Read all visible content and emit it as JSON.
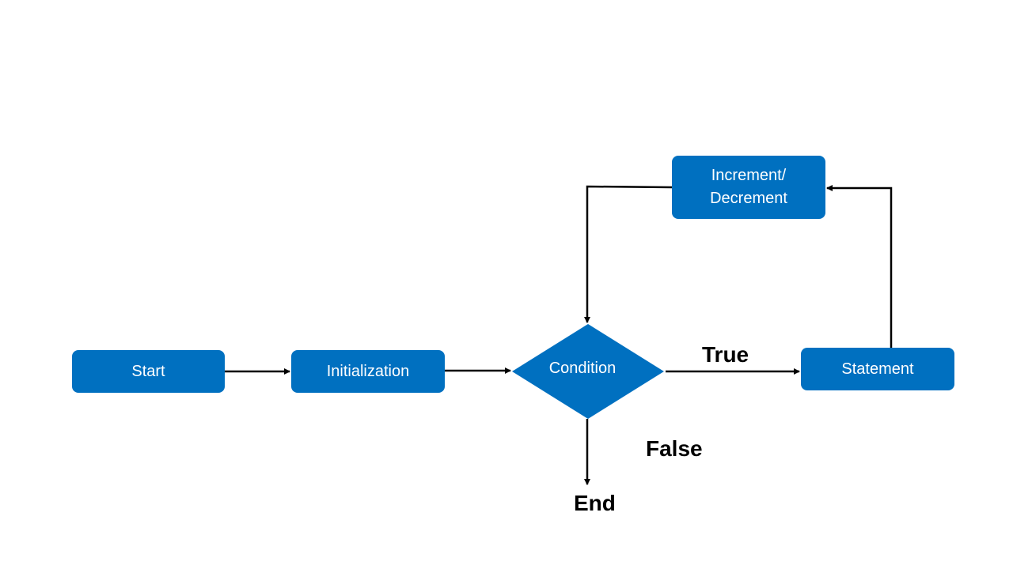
{
  "diagram": {
    "type": "flowchart",
    "colors": {
      "node_fill": "#0070c0",
      "node_text": "#ffffff",
      "connector": "#000000",
      "label_text": "#000000"
    },
    "nodes": {
      "start": "Start",
      "initialization": "Initialization",
      "condition": "Condition",
      "statement": "Statement",
      "increment_decrement": "Increment/\nDecrement"
    },
    "labels": {
      "true": "True",
      "false": "False",
      "end": "End"
    }
  }
}
